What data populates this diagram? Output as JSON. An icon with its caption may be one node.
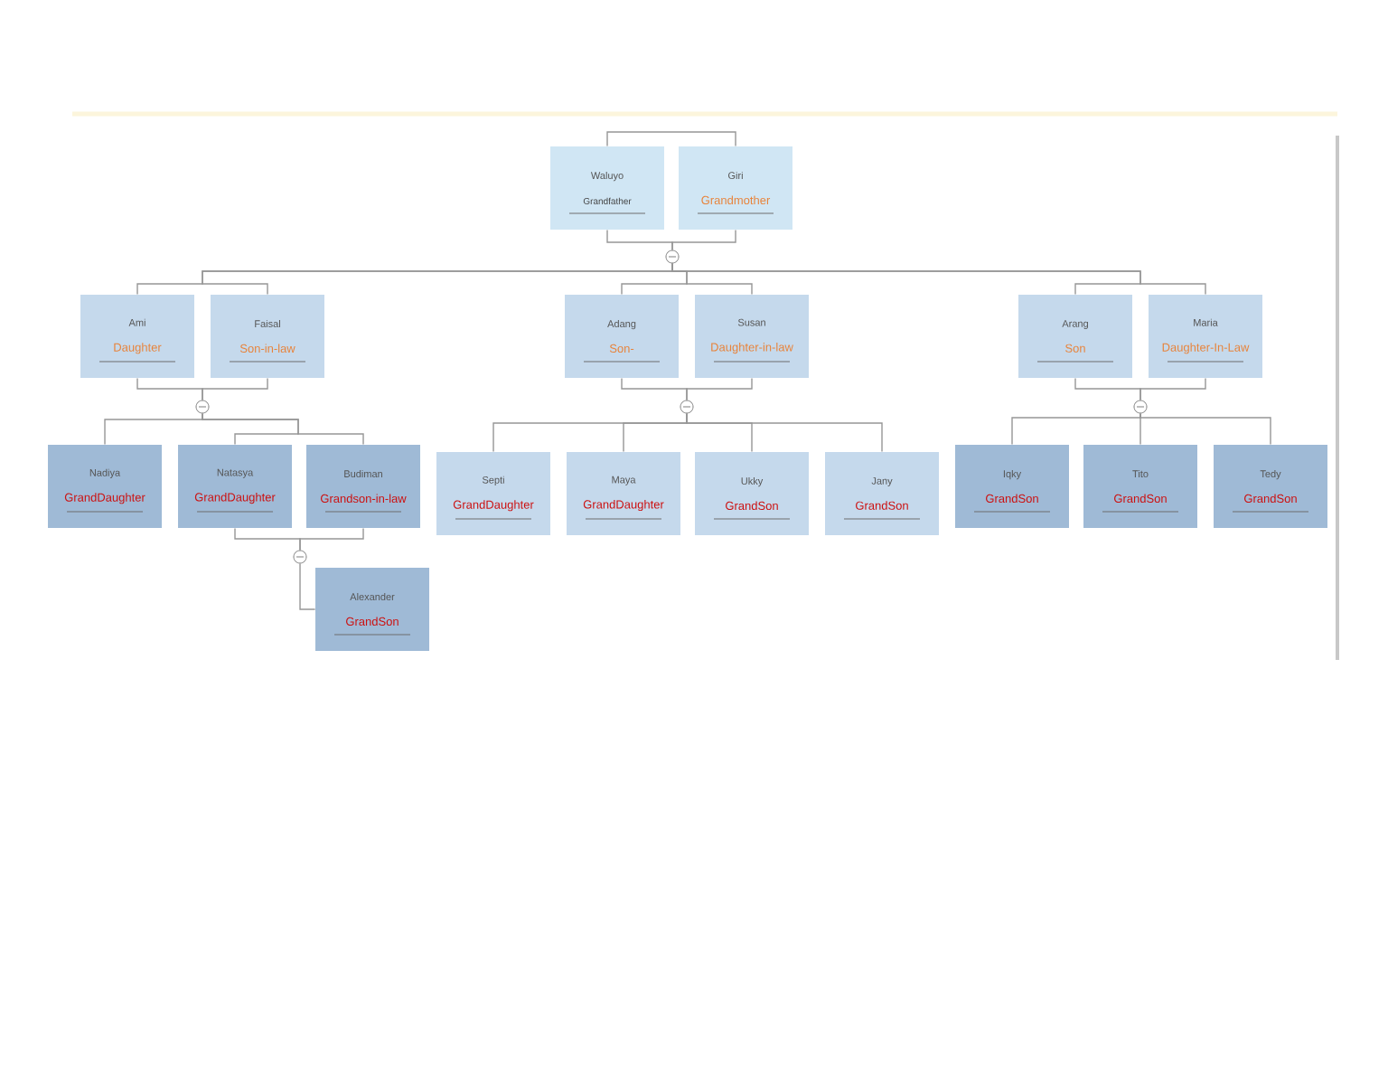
{
  "diagram": {
    "nodes": [
      {
        "text": [
          "Waluyo",
          "Grandfather"
        ]
      },
      {
        "text": [
          "Giri",
          "Grandmother"
        ]
      },
      {
        "text": [],
        "shape": "circle"
      },
      {
        "text": [
          "Ami",
          "Daughter"
        ]
      },
      {
        "text": [
          "Faisal",
          "Son-in-law"
        ]
      },
      {
        "text": [
          "Adang",
          "Son-"
        ]
      },
      {
        "text": [
          "Susan",
          "Daughter-in-law"
        ]
      },
      {
        "text": [
          "Arang",
          "Son"
        ]
      },
      {
        "text": [
          "Maria",
          "Daughter-In-Law"
        ]
      },
      {
        "text": [],
        "shape": "circle"
      },
      {
        "text": [],
        "shape": "circle"
      },
      {
        "text": [],
        "shape": "circle"
      },
      {
        "text": [
          "Nadiya",
          "GrandDaughter"
        ]
      },
      {
        "text": [
          "Natasya",
          "GrandDaughter"
        ]
      },
      {
        "text": [
          "Budiman",
          "Grandson-in-law"
        ]
      },
      {
        "text": [
          "Septi",
          "GrandDaughter"
        ]
      },
      {
        "text": [
          "Maya",
          "GrandDaughter"
        ]
      },
      {
        "text": [
          "Ukky",
          "GrandSon"
        ]
      },
      {
        "text": [
          "Jany",
          "GrandSon"
        ]
      },
      {
        "text": [
          "Iqky",
          "GrandSon"
        ]
      },
      {
        "text": [
          "Tito",
          "GrandSon"
        ]
      },
      {
        "text": [
          "Tedy",
          "GrandSon"
        ]
      },
      {
        "text": [],
        "shape": "circle"
      },
      {
        "text": [
          "Alexander",
          "GrandSon"
        ]
      }
    ],
    "edges": [
      {
        "from": 0,
        "to": 1,
        "arrow": "none"
      },
      {
        "from": 0,
        "to": 2,
        "arrow": "none"
      },
      {
        "from": 1,
        "to": 2,
        "arrow": "none"
      },
      {
        "from": 2,
        "to": 3,
        "arrow": "none"
      },
      {
        "from": 2,
        "to": 4,
        "arrow": "none"
      },
      {
        "from": 2,
        "to": 5,
        "arrow": "none"
      },
      {
        "from": 2,
        "to": 6,
        "arrow": "none"
      },
      {
        "from": 2,
        "to": 7,
        "arrow": "none"
      },
      {
        "from": 2,
        "to": 8,
        "arrow": "none"
      },
      {
        "from": 3,
        "to": 9,
        "arrow": "none"
      },
      {
        "from": 4,
        "to": 9,
        "arrow": "none"
      },
      {
        "from": 5,
        "to": 10,
        "arrow": "none"
      },
      {
        "from": 6,
        "to": 10,
        "arrow": "none"
      },
      {
        "from": 7,
        "to": 11,
        "arrow": "none"
      },
      {
        "from": 8,
        "to": 11,
        "arrow": "none"
      },
      {
        "from": 9,
        "to": 12,
        "arrow": "none"
      },
      {
        "from": 9,
        "to": 13,
        "arrow": "none"
      },
      {
        "from": 9,
        "to": 14,
        "arrow": "none"
      },
      {
        "from": 10,
        "to": 15,
        "arrow": "none"
      },
      {
        "from": 10,
        "to": 16,
        "arrow": "none"
      },
      {
        "from": 10,
        "to": 17,
        "arrow": "none"
      },
      {
        "from": 10,
        "to": 18,
        "arrow": "none"
      },
      {
        "from": 11,
        "to": 19,
        "arrow": "none"
      },
      {
        "from": 11,
        "to": 20,
        "arrow": "none"
      },
      {
        "from": 11,
        "to": 21,
        "arrow": "none"
      },
      {
        "from": 13,
        "to": 22,
        "arrow": "none"
      },
      {
        "from": 14,
        "to": 22,
        "arrow": "none"
      },
      {
        "from": 22,
        "to": 23,
        "arrow": "none"
      }
    ]
  }
}
